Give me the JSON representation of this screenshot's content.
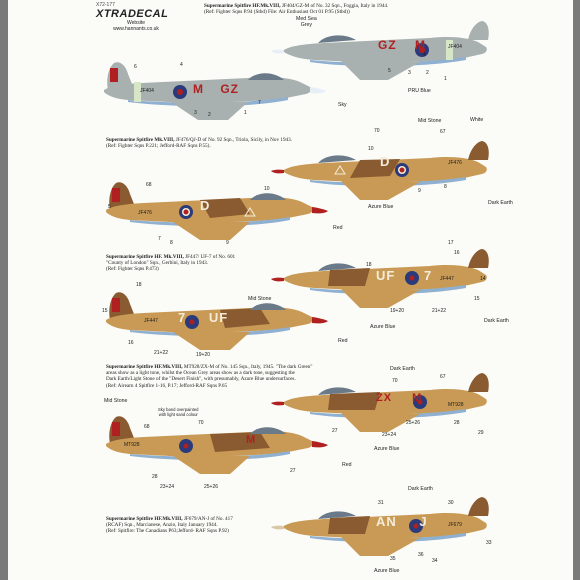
{
  "logo": {
    "code": "X72-177",
    "brand": "XTRADECAL",
    "website_label": "Website",
    "website_url": "www.hannants.co.uk"
  },
  "colors": {
    "ocean_grey": "#a8b0b0",
    "desert_tan": "#c89a55",
    "dark_earth": "#8a5a30",
    "azure_blue": "#8fb0d0",
    "red": "#b02020",
    "sky": "#d8e6c8",
    "stone_letters": "#f4ecd8"
  },
  "captions": [
    {
      "title": "Supermarine Spitfire HF.Mk.VIII,",
      "detail": " JF404/GZ-M of No. 32 Sqn., Foggia, Italy in 1944.",
      "ref": "(Ref: Fighter Sqns P.94 (Stbd) File: Air Enthusiast Oct 01 P.95 (Stbd))"
    },
    {
      "title": "Supermarine Spitfire Mk.VIII,",
      "detail": " JF476/QJ-D of No. 92 Sqn., Triola, Sicily, in Nov 1943.",
      "ref": "(Ref: Fighter Sqns P.221; Jefford-RAF Sqns P.55)."
    },
    {
      "title": "Supermarine Spitfire HF. Mk.VIII,",
      "detail": " JF447/ UF-7 of No. 601",
      "line2": "\"County of London\" Sqn., Gerbini, Italy in 1943.",
      "ref": "(Ref: Fighter Sqns P.473)"
    },
    {
      "title": "Supermarine Spitfire HF.Mk.VIII,",
      "detail": " MT928/ZX-M of No. 145 Sqn., Italy, 1945. \"The dark Green\"",
      "line2": "areas show as a light tone, whilst the Ocean Grey areas show as a dark tone, suggesting the",
      "line3": "Dark Earth/Light Stone of the \"Desert Finish\", with presumably, Azure Blue undersurfaces.",
      "ref": "(Ref: Airearn 4 Spitfire 1-16, P.17; Jefford-RAF Sqns P.65"
    },
    {
      "title": "Supermarine Spitfire HF.Mk.VIII,",
      "detail": " JF679/AN-J of No. 417",
      "line2": "(RCAF) Sqn., Marcianese, Anzio, Italy January 1944.",
      "ref": "(Ref: Spitfire: The Canadians P63;Jefford- RAF Sqns P.92)"
    }
  ],
  "color_labels": {
    "med_sea_grey": "Med Sea",
    "grey": "Grey",
    "pru_blue": "PRU Blue",
    "sky": "Sky",
    "mid_stone": "Mid Stone",
    "white": "White",
    "dark_earth": "Dark Earth",
    "azure_blue": "Azure Blue",
    "red": "Red",
    "sky_band": "Sky band overpainted",
    "sky_band2": "with light sand colour"
  },
  "aircraft": {
    "p1": {
      "codes": [
        "GZ",
        "M"
      ],
      "serial": "JF404"
    },
    "p2": {
      "codes": [
        "M",
        "GZ"
      ],
      "serial": "JF404"
    },
    "p3": {
      "codes": [
        "D"
      ],
      "serial": "JF476"
    },
    "p4": {
      "codes": [
        "D"
      ],
      "serial": "JF476"
    },
    "p5": {
      "codes": [
        "UF",
        "7"
      ],
      "serial": "JF447"
    },
    "p6": {
      "codes": [
        "7",
        "UF"
      ],
      "serial": "JF447"
    },
    "p7": {
      "codes": [
        "ZX",
        "M"
      ],
      "serial": "MT928"
    },
    "p8": {
      "codes": [
        "M"
      ],
      "serial": "MT928"
    },
    "p9": {
      "codes": [
        "AN",
        "J"
      ],
      "serial": "JF679"
    }
  },
  "numbers": {
    "n1": "1",
    "n2": "2",
    "n3": "3",
    "n4": "4",
    "n5": "5",
    "n6": "6",
    "n7": "7",
    "n8": "8",
    "n9": "9",
    "n10": "10",
    "n14": "14",
    "n15": "15",
    "n16": "16",
    "n17": "17",
    "n18": "18",
    "n19_20": "19+20",
    "n21_22": "21+22",
    "n23_24": "23+24",
    "n25_26": "25+26",
    "n27": "27",
    "n28": "28",
    "n29": "29",
    "n30": "30",
    "n31": "31",
    "n33": "33",
    "n34": "34",
    "n35": "35",
    "n36": "36",
    "n67": "67",
    "n68": "68",
    "n70": "70"
  }
}
